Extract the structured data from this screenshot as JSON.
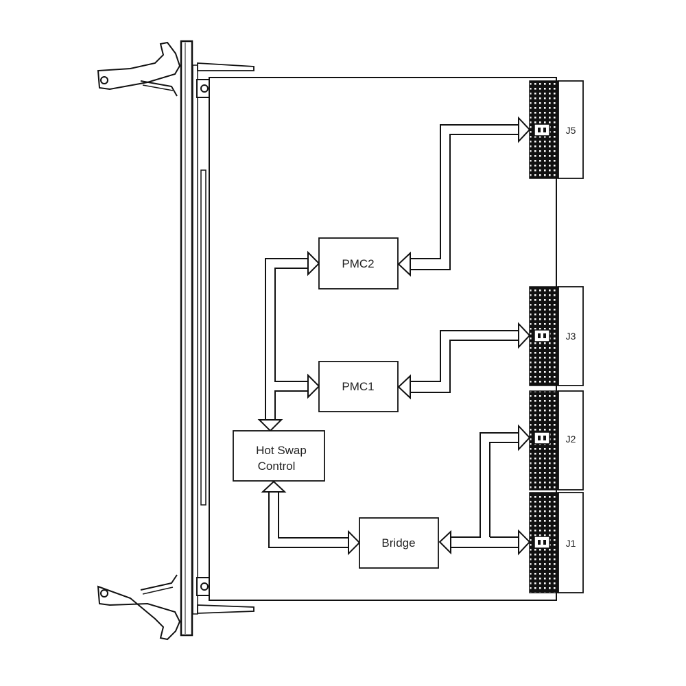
{
  "diagram": {
    "blocks": {
      "pmc2": "PMC2",
      "pmc1": "PMC1",
      "hot_swap_line1": "Hot Swap",
      "hot_swap_line2": "Control",
      "bridge": "Bridge"
    },
    "connectors": {
      "j5": "J5",
      "j3": "J3",
      "j2": "J2",
      "j1": "J1"
    }
  }
}
